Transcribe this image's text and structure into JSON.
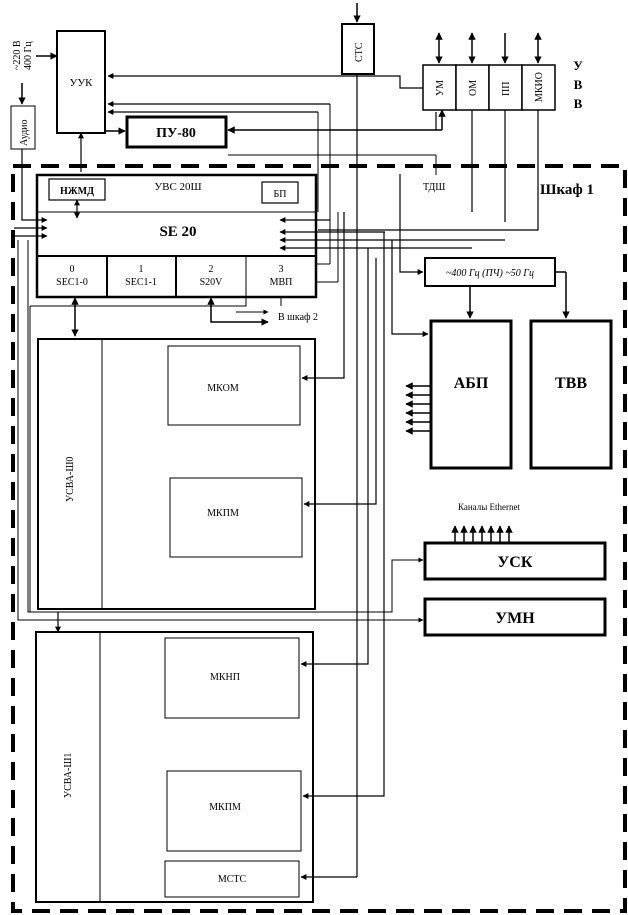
{
  "external": {
    "power_label_line1": "~220 В",
    "power_label_line2": "400 Гц",
    "audio_label": "Аудио",
    "tdsh_label": "ТДШ"
  },
  "blocks": {
    "uuk": "УУК",
    "pu80": "ПУ-80",
    "sts": "СТС",
    "uvv_title": [
      "У",
      "В",
      "В"
    ],
    "uvv_modules": [
      "УМ",
      "ОМ",
      "ПП",
      "МКИО"
    ]
  },
  "cabinet": {
    "title": "Шкаф 1"
  },
  "uvs": {
    "title": "УВС 20Ш",
    "nzhmd": "НЖМД",
    "bp": "БП",
    "main": "SE 20",
    "slots": [
      {
        "num": "0",
        "name": "SEC1-0"
      },
      {
        "num": "1",
        "name": "SEC1-1"
      },
      {
        "num": "2",
        "name": "S20V"
      },
      {
        "num": "3",
        "name": "МВП"
      }
    ],
    "to_cabinet2": "В шкаф 2"
  },
  "freq_converter": "~400 Гц (ПЧ) ~50 Гц",
  "abp": "АБП",
  "tvv": "ТВВ",
  "usva0": {
    "title": "УСВА-Ш0",
    "modules": [
      "МКОМ",
      "МКПМ"
    ]
  },
  "usva1": {
    "title": "УСВА-Ш1",
    "modules": [
      "МКНП",
      "МКПМ",
      "МСТС"
    ]
  },
  "usk": {
    "title": "УСК",
    "channels_label": "Каналы Ethernet"
  },
  "umn": "УМН"
}
